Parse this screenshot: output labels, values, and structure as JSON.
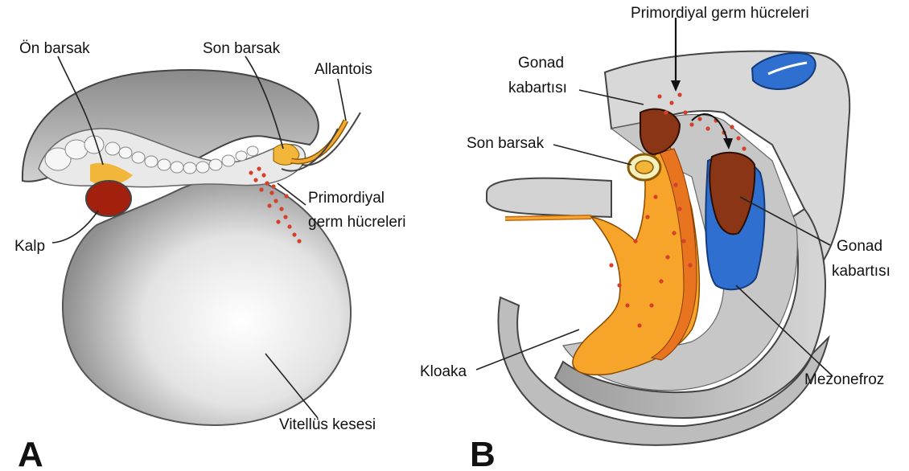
{
  "panels": {
    "a": {
      "letter": "A",
      "labels": {
        "foregut": "Ön barsak",
        "hindgut": "Son barsak",
        "allantois": "Allantois",
        "pgc_line1": "Primordiyal",
        "pgc_line2": "germ hücreleri",
        "heart": "Kalp",
        "yolk_sac": "Vitellüs kesesi"
      }
    },
    "b": {
      "letter": "B",
      "labels": {
        "pgc": "Primordiyal germ hücreleri",
        "gonadal_ridge_left_line1": "Gonad",
        "gonadal_ridge_left_line2": "kabartısı",
        "hindgut": "Son barsak",
        "gonadal_ridge_right_line1": "Gonad",
        "gonadal_ridge_right_line2": "kabartısı",
        "cloaca": "Kloaka",
        "mesonephros": "Mezonefroz"
      }
    }
  },
  "colors": {
    "embryo_grey": "#b9b9b9",
    "embryo_light": "#e6e6e6",
    "gut_orange": "#f7a52a",
    "heart_red": "#a3200f",
    "germ_cell_red": "#d4402a",
    "mesonephros_blue": "#2f6fd0",
    "gonad_brown": "#8a3515"
  }
}
